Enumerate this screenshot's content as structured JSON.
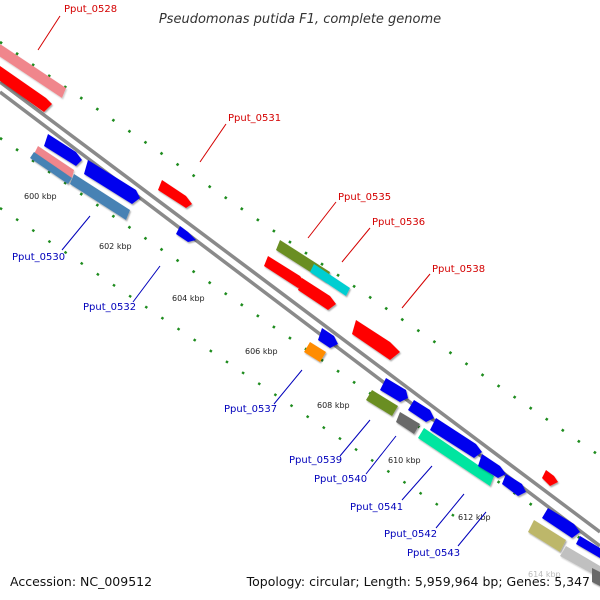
{
  "title": "Pseudomonas putida F1, complete genome",
  "accession": "Accession: NC_009512",
  "summary": "Topology: circular; Length: 5,959,964 bp; Genes: 5,347",
  "ticks": [
    "600 kbp",
    "602 kbp",
    "604 kbp",
    "606 kbp",
    "608 kbp",
    "610 kbp",
    "612 kbp",
    "614 kbp"
  ],
  "labels": {
    "forward": [
      "Pput_0528",
      "Pput_0531",
      "Pput_0535",
      "Pput_0536",
      "Pput_0538"
    ],
    "reverse": [
      "Pput_0530",
      "Pput_0532",
      "Pput_0537",
      "Pput_0539",
      "Pput_0540",
      "Pput_0541",
      "Pput_0542",
      "Pput_0543"
    ]
  },
  "colors": {
    "forward_label": "#d40000",
    "reverse_label": "#0000bb",
    "backbone": "#909090",
    "gc_dots": "#1e8c1e",
    "red_gene": "#ff0000",
    "blue_gene": "#0000ee",
    "pink_gene": "#f0868c",
    "steel_gene": "#4682b4",
    "olive_gene": "#6b8e23",
    "cyan_gene": "#00ced1",
    "orange_gene": "#ff8c00",
    "dim_gene": "#696969",
    "teal_gene": "#00e5a0",
    "khaki_gene": "#bdb76b",
    "light_gene": "#c0c0c0"
  }
}
